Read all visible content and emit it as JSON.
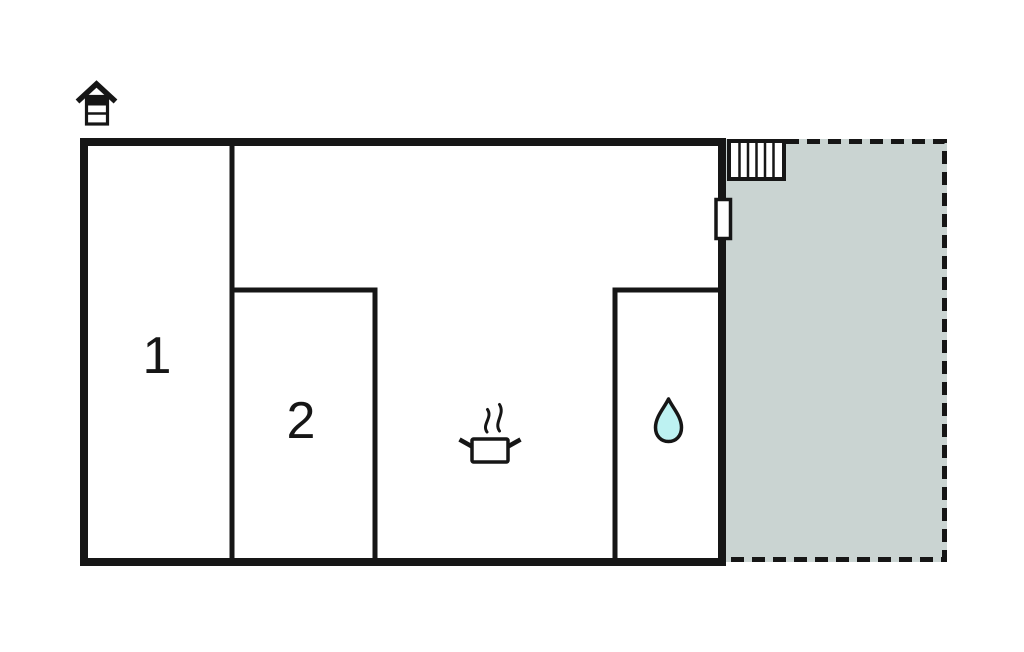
{
  "diagram": {
    "type": "floor-plan",
    "rooms": [
      {
        "name": "room-1",
        "label": "1"
      },
      {
        "name": "room-2",
        "label": "2"
      }
    ],
    "features": {
      "orientation": "house-orientation-icon",
      "stairs": "stairs (6 treads, top right, leading to terrace)",
      "door": "door-opening in right wall",
      "kitchen": "cooking-pot-icon with steam",
      "bathroom": "water-drop-icon",
      "terrace": "dashed-outline gray area on right"
    }
  },
  "colors": {
    "background": "#ffffff",
    "wall": "#161616",
    "terrace_fill": "#cad4d2",
    "water_drop_fill": "#bdf2f2"
  }
}
